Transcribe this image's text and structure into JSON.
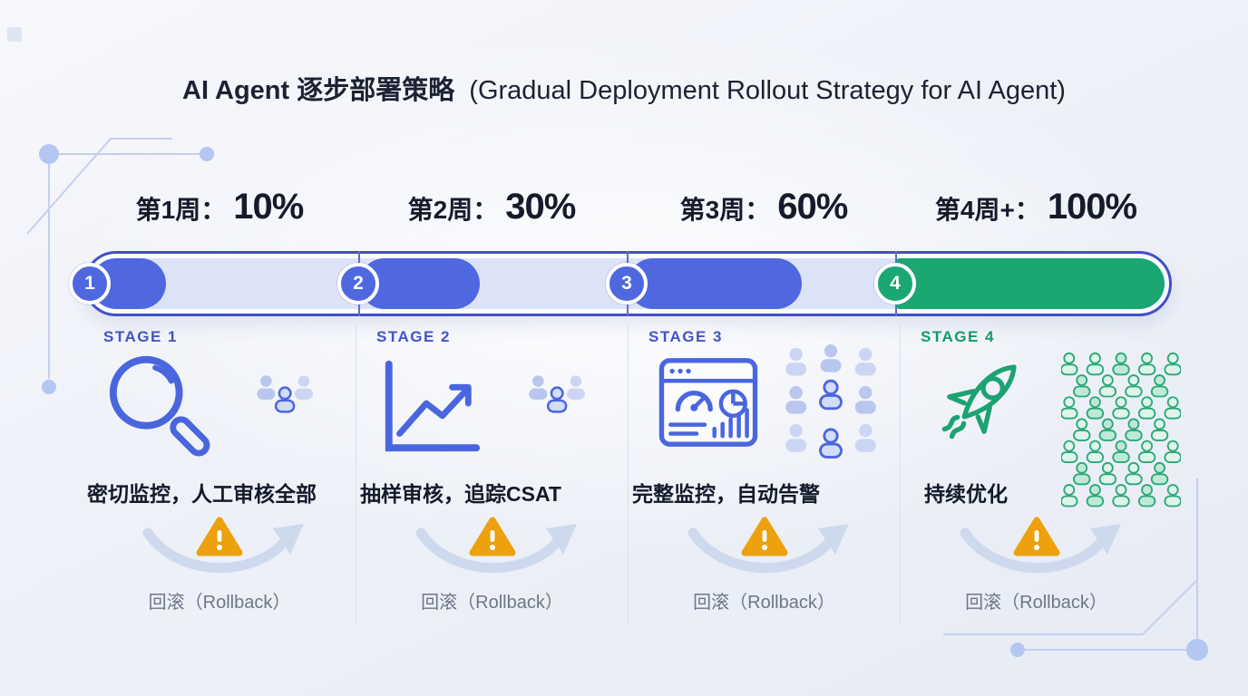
{
  "title": {
    "main": "AI Agent 逐步部署策略",
    "sub": "(Gradual Deployment Rollout Strategy for AI Agent)"
  },
  "stages": [
    {
      "number": "1",
      "week_label": "第1周：",
      "percent": "10%",
      "stage_label": "STAGE 1",
      "fill_percent": 28,
      "description": "密切监控，人工审核全部",
      "rollback_label": "回滚（Rollback）",
      "icons": [
        "magnifier-icon",
        "team-small-icon",
        "warning-icon",
        "rollback-arrow-icon"
      ]
    },
    {
      "number": "2",
      "week_label": "第2周：",
      "percent": "30%",
      "stage_label": "STAGE 2",
      "fill_percent": 45,
      "description": "抽样审核，追踪CSAT",
      "rollback_label": "回滚（Rollback）",
      "icons": [
        "line-chart-icon",
        "team-small-icon",
        "warning-icon",
        "rollback-arrow-icon"
      ]
    },
    {
      "number": "3",
      "week_label": "第3周：",
      "percent": "60%",
      "stage_label": "STAGE 3",
      "fill_percent": 65,
      "description": "完整监控，自动告警",
      "rollback_label": "回滚（Rollback）",
      "icons": [
        "dashboard-icon",
        "crowd-medium-icon",
        "warning-icon",
        "rollback-arrow-icon"
      ]
    },
    {
      "number": "4",
      "week_label": "第4周+：",
      "percent": "100%",
      "stage_label": "STAGE 4",
      "fill_percent": 100,
      "description": "持续优化",
      "rollback_label": "回滚（Rollback）",
      "icons": [
        "rocket-icon",
        "crowd-large-icon",
        "warning-icon",
        "rollback-arrow-icon"
      ]
    }
  ],
  "colors": {
    "accent_blue": "#4f68e0",
    "accent_green": "#1aa772",
    "bar_border": "#4050c8",
    "bar_track": "#dde3f7",
    "stage_label_blue": "#4254c5",
    "stage_label_green": "#149a68",
    "warning_orange": "#eda10d",
    "rollback_arrow": "#cfd9ee",
    "rollback_text": "#6e7687",
    "text_dark": "#161b2c"
  }
}
